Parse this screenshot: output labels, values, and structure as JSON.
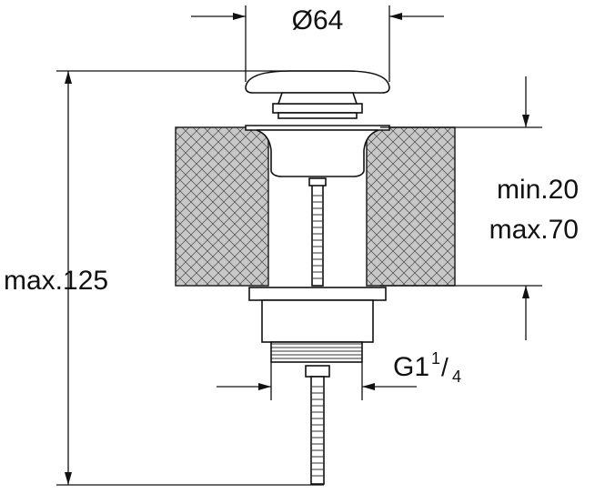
{
  "dimensions": {
    "diameter": "Ø64",
    "overall_height": "max.125",
    "thickness_min": "min.20",
    "thickness_max": "max.70",
    "thread_base": "G1",
    "thread_num": "1",
    "thread_slash": "/",
    "thread_den": "4"
  }
}
